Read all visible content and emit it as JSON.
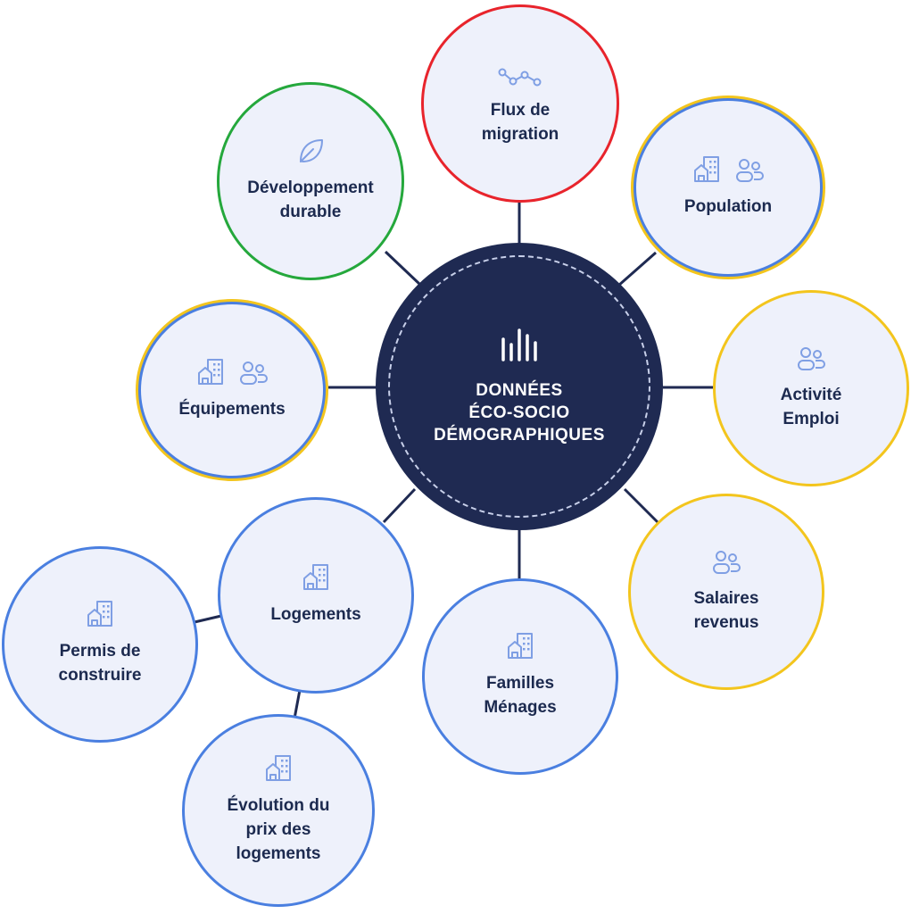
{
  "center": {
    "title": "DONNÉES\nÉCO-SOCIO\nDÉMOGRAPHIQUES",
    "icon": "bar-chart-icon"
  },
  "nodes": [
    {
      "id": "flux",
      "label": "Flux de\nmigration",
      "icons": [
        "chart-line-icon"
      ],
      "border_color": "#e8242c"
    },
    {
      "id": "population",
      "label": "Population",
      "icons": [
        "buildings-icon",
        "people-icon"
      ],
      "border_color": "#4a7fe0"
    },
    {
      "id": "activite",
      "label": "Activité\nEmploi",
      "icons": [
        "people-icon"
      ],
      "border_color": "#f3c51d"
    },
    {
      "id": "salaires",
      "label": "Salaires\nrevenus",
      "icons": [
        "people-icon"
      ],
      "border_color": "#f3c51d"
    },
    {
      "id": "familles",
      "label": "Familles\nMénages",
      "icons": [
        "buildings-icon"
      ],
      "border_color": "#4a7fe0"
    },
    {
      "id": "logements",
      "label": "Logements",
      "icons": [
        "buildings-icon"
      ],
      "border_color": "#4a7fe0"
    },
    {
      "id": "permis",
      "label": "Permis de\nconstruire",
      "icons": [
        "buildings-icon"
      ],
      "border_color": "#4a7fe0"
    },
    {
      "id": "evolution",
      "label": "Évolution du\nprix des\nlogements",
      "icons": [
        "buildings-icon"
      ],
      "border_color": "#4a7fe0"
    },
    {
      "id": "equipements",
      "label": "Équipements",
      "icons": [
        "buildings-icon",
        "people-icon"
      ],
      "border_color": "#4a7fe0"
    },
    {
      "id": "developpement",
      "label": "Développement\ndurable",
      "icons": [
        "leaf-icon"
      ],
      "border_color": "#25a83c"
    }
  ]
}
